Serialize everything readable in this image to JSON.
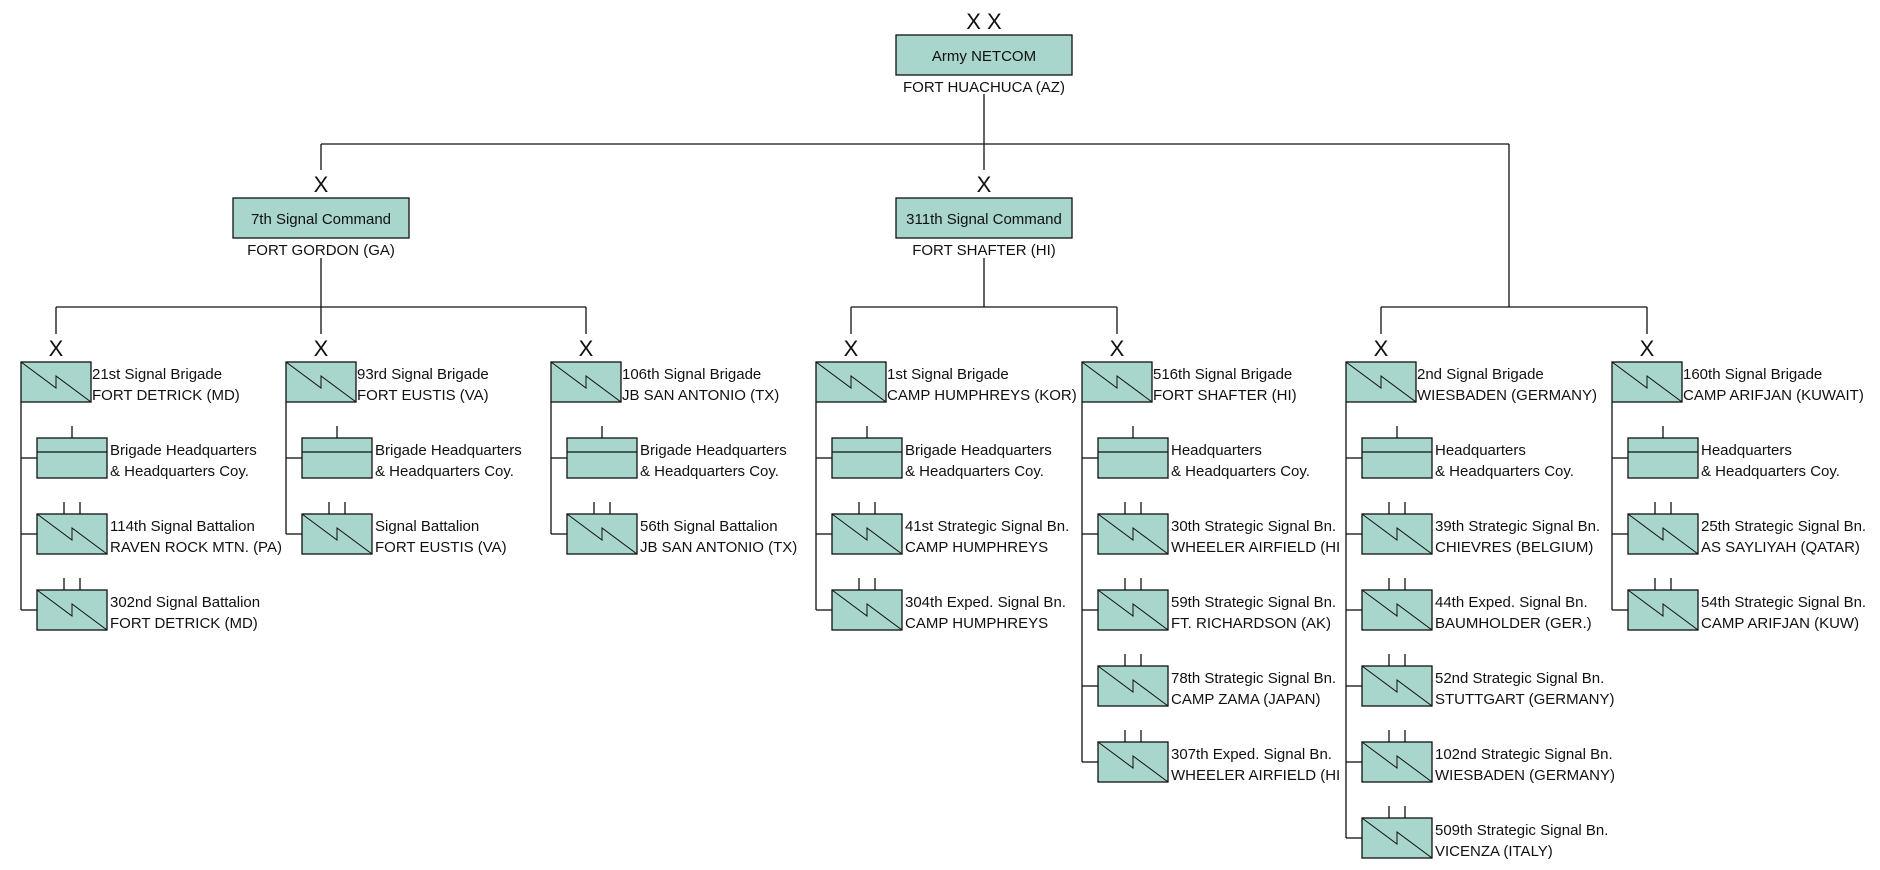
{
  "title": "Army NETCOM Organization Chart",
  "colors": {
    "unit_fill": "#a8d5cc",
    "line": "#111111",
    "background": "#ffffff"
  },
  "echelon_symbols": {
    "command": "X X",
    "brigade_group": "X"
  },
  "root": {
    "name": "Army NETCOM",
    "location": "FORT HUACHUCA (AZ)",
    "echelon": "X X"
  },
  "commands": [
    {
      "name": "7th Signal Command",
      "location": "FORT GORDON (GA)",
      "echelon": "X",
      "brigades": [
        {
          "name": "21st Signal Brigade",
          "location": "FORT DETRICK (MD)",
          "echelon": "X",
          "units": [
            {
              "type": "hq",
              "line1": "Brigade Headquarters",
              "line2": "& Headquarters Coy."
            },
            {
              "type": "battalion",
              "line1": "114th Signal Battalion",
              "line2": "RAVEN ROCK MTN. (PA)"
            },
            {
              "type": "battalion",
              "line1": "302nd Signal Battalion",
              "line2": "FORT DETRICK (MD)"
            }
          ]
        },
        {
          "name": "93rd Signal Brigade",
          "location": "FORT EUSTIS (VA)",
          "echelon": "X",
          "units": [
            {
              "type": "hq",
              "line1": "Brigade Headquarters",
              "line2": "& Headquarters Coy."
            },
            {
              "type": "battalion",
              "line1": "Signal Battalion",
              "line2": "FORT EUSTIS (VA)"
            }
          ]
        },
        {
          "name": "106th Signal Brigade",
          "location": "JB SAN ANTONIO (TX)",
          "echelon": "X",
          "units": [
            {
              "type": "hq",
              "line1": "Brigade Headquarters",
              "line2": "& Headquarters Coy."
            },
            {
              "type": "battalion",
              "line1": "56th Signal Battalion",
              "line2": "JB SAN ANTONIO (TX)"
            }
          ]
        }
      ]
    },
    {
      "name": "311th Signal Command",
      "location": "FORT SHAFTER (HI)",
      "echelon": "X",
      "brigades": [
        {
          "name": "1st Signal Brigade",
          "location": "CAMP HUMPHREYS (KOR)",
          "echelon": "X",
          "units": [
            {
              "type": "hq",
              "line1": "Brigade Headquarters",
              "line2": "& Headquarters Coy."
            },
            {
              "type": "battalion",
              "line1": "41st Strategic Signal Bn.",
              "line2": "CAMP HUMPHREYS"
            },
            {
              "type": "battalion",
              "line1": "304th Exped. Signal Bn.",
              "line2": "CAMP HUMPHREYS"
            }
          ]
        },
        {
          "name": "516th Signal Brigade",
          "location": "FORT SHAFTER (HI)",
          "echelon": "X",
          "units": [
            {
              "type": "hq",
              "line1": "Headquarters",
              "line2": "& Headquarters Coy."
            },
            {
              "type": "battalion",
              "line1": "30th Strategic Signal Bn.",
              "line2": "WHEELER AIRFIELD (HI"
            },
            {
              "type": "battalion",
              "line1": "59th Strategic Signal Bn.",
              "line2": "FT. RICHARDSON (AK)"
            },
            {
              "type": "battalion",
              "line1": "78th Strategic Signal Bn.",
              "line2": "CAMP ZAMA (JAPAN)"
            },
            {
              "type": "battalion",
              "line1": "307th Exped. Signal Bn.",
              "line2": "WHEELER AIRFIELD (HI"
            }
          ]
        }
      ]
    },
    {
      "name": null,
      "location": null,
      "echelon": null,
      "brigades": [
        {
          "name": "2nd Signal Brigade",
          "location": "WIESBADEN (GERMANY)",
          "echelon": "X",
          "units": [
            {
              "type": "hq",
              "line1": "Headquarters",
              "line2": "& Headquarters Coy."
            },
            {
              "type": "battalion",
              "line1": "39th Strategic Signal Bn.",
              "line2": "CHIEVRES (BELGIUM)"
            },
            {
              "type": "battalion",
              "line1": "44th Exped. Signal Bn.",
              "line2": "BAUMHOLDER (GER.)"
            },
            {
              "type": "battalion",
              "line1": "52nd Strategic Signal Bn.",
              "line2": "STUTTGART (GERMANY)"
            },
            {
              "type": "battalion",
              "line1": "102nd Strategic Signal Bn.",
              "line2": "WIESBADEN (GERMANY)"
            },
            {
              "type": "battalion",
              "line1": "509th Strategic Signal Bn.",
              "line2": "VICENZA (ITALY)"
            }
          ]
        },
        {
          "name": "160th Signal Brigade",
          "location": "CAMP ARIFJAN (KUWAIT)",
          "echelon": "X",
          "units": [
            {
              "type": "hq",
              "line1": "Headquarters",
              "line2": "& Headquarters Coy."
            },
            {
              "type": "battalion",
              "line1": "25th Strategic Signal Bn.",
              "line2": "AS SAYLIYAH (QATAR)"
            },
            {
              "type": "battalion",
              "line1": "54th Strategic Signal Bn.",
              "line2": "CAMP ARIFJAN (KUW)"
            }
          ]
        }
      ]
    }
  ]
}
